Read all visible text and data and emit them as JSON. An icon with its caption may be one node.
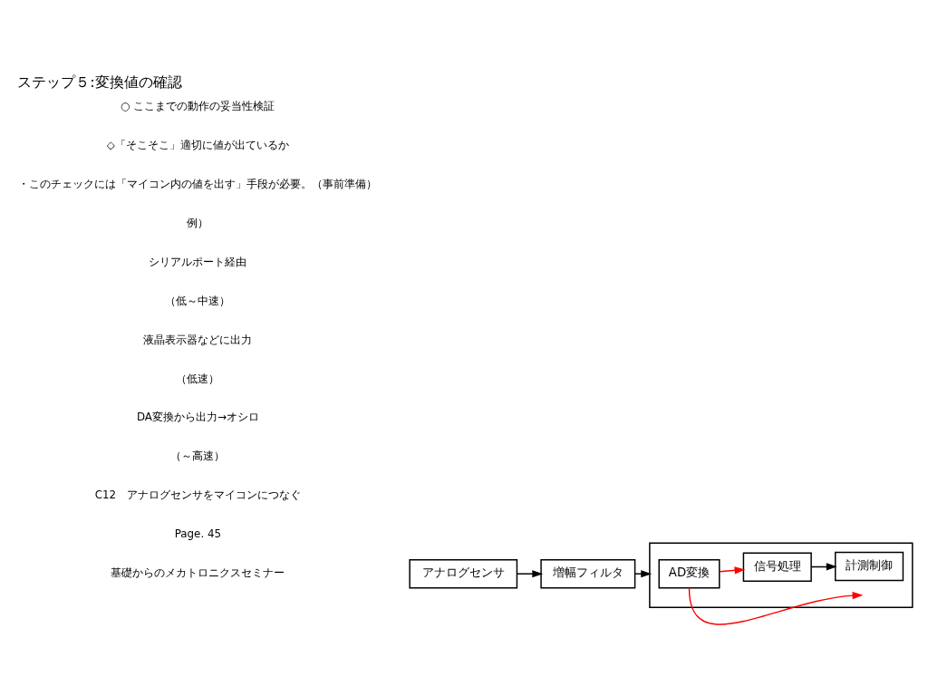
{
  "diagram": {
    "title": "ステップ５:変換値の確認",
    "nodes": [
      {
        "text": [
          "アナログセンサ"
        ]
      },
      {
        "text": [
          "増幅フィルタ"
        ]
      },
      {
        "text": [],
        "shape": "box"
      },
      {
        "text": [
          "AD変換"
        ],
        "in": 2
      },
      {
        "text": [
          "信号処理"
        ],
        "in": 2
      },
      {
        "text": [
          "計測制御"
        ],
        "in": 2
      }
    ],
    "edges": [
      {
        "from": 0,
        "to": 1,
        "arrow": "to"
      },
      {
        "from": 1,
        "to": 2,
        "arrow": "to"
      },
      {
        "from": 3,
        "to": 4,
        "arrow": "to",
        "color": "#ff0000"
      },
      {
        "from": 4,
        "to": 5,
        "arrow": "to"
      },
      {
        "from": 3,
        "to": null,
        "arrow": "to",
        "color": "#ff0000"
      }
    ],
    "labels": [
      "○ ここまでの動作の妥当性検証",
      "◇「そこそこ」適切に値が出ているか",
      "・このチェックには「マイコン内の値を出す」手段が必要。（事前準備）",
      "例）",
      "シリアルポート経由",
      "（低～中速）",
      "液晶表示器などに出力",
      "（低速）",
      "DA変換から出力→オシロ",
      "（～高速）",
      "C12　アナログセンサをマイコンにつなぐ",
      "Page. 45",
      "基礎からのメカトロニクスセミナー"
    ]
  }
}
